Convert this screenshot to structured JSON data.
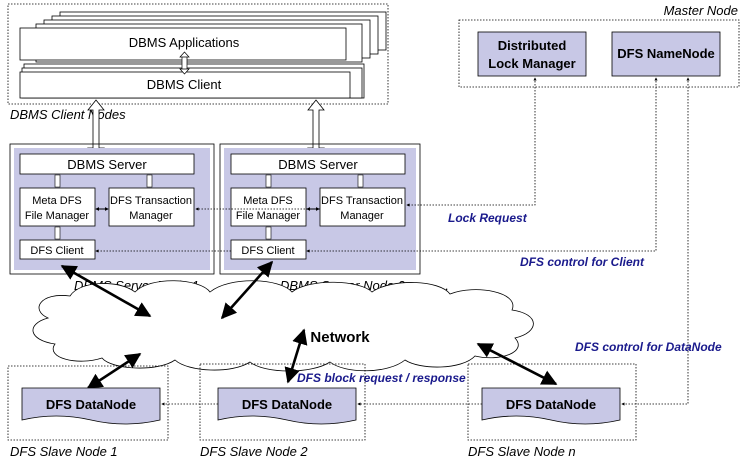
{
  "client_nodes": {
    "apps": "DBMS Applications",
    "client": "DBMS Client",
    "caption": "DBMS Client Nodes"
  },
  "master": {
    "caption": "Master Node",
    "lock_manager": [
      "Distributed",
      "Lock Manager"
    ],
    "namenode": "DFS NameNode"
  },
  "server_nodes": [
    {
      "caption": "DBMS Server Node 1",
      "server": "DBMS Server",
      "meta": [
        "Meta DFS",
        "File Manager"
      ],
      "txn": [
        "DFS Transaction",
        "Manager"
      ],
      "dfs_client": "DFS Client"
    },
    {
      "caption": "DBMS Server Node 2",
      "server": "DBMS Server",
      "meta": [
        "Meta DFS",
        "File Manager"
      ],
      "txn": [
        "DFS Transaction",
        "Manager"
      ],
      "dfs_client": "DFS Client"
    }
  ],
  "ellipsis": "…",
  "network": "Network",
  "annotations": {
    "lock_request": "Lock Request",
    "dfs_control_client": "DFS control for Client",
    "dfs_control_datanode": "DFS control for DataNode",
    "block_request": "DFS block request / response"
  },
  "slave_nodes": [
    {
      "caption": "DFS Slave Node 1",
      "datanode": "DFS DataNode"
    },
    {
      "caption": "DFS Slave Node 2",
      "datanode": "DFS DataNode"
    },
    {
      "caption": "DFS Slave Node n",
      "datanode": "DFS DataNode"
    }
  ],
  "colors": {
    "accent_text": "#1a1a8c",
    "node_fill": "#c8c8e6",
    "line": "#000000"
  }
}
